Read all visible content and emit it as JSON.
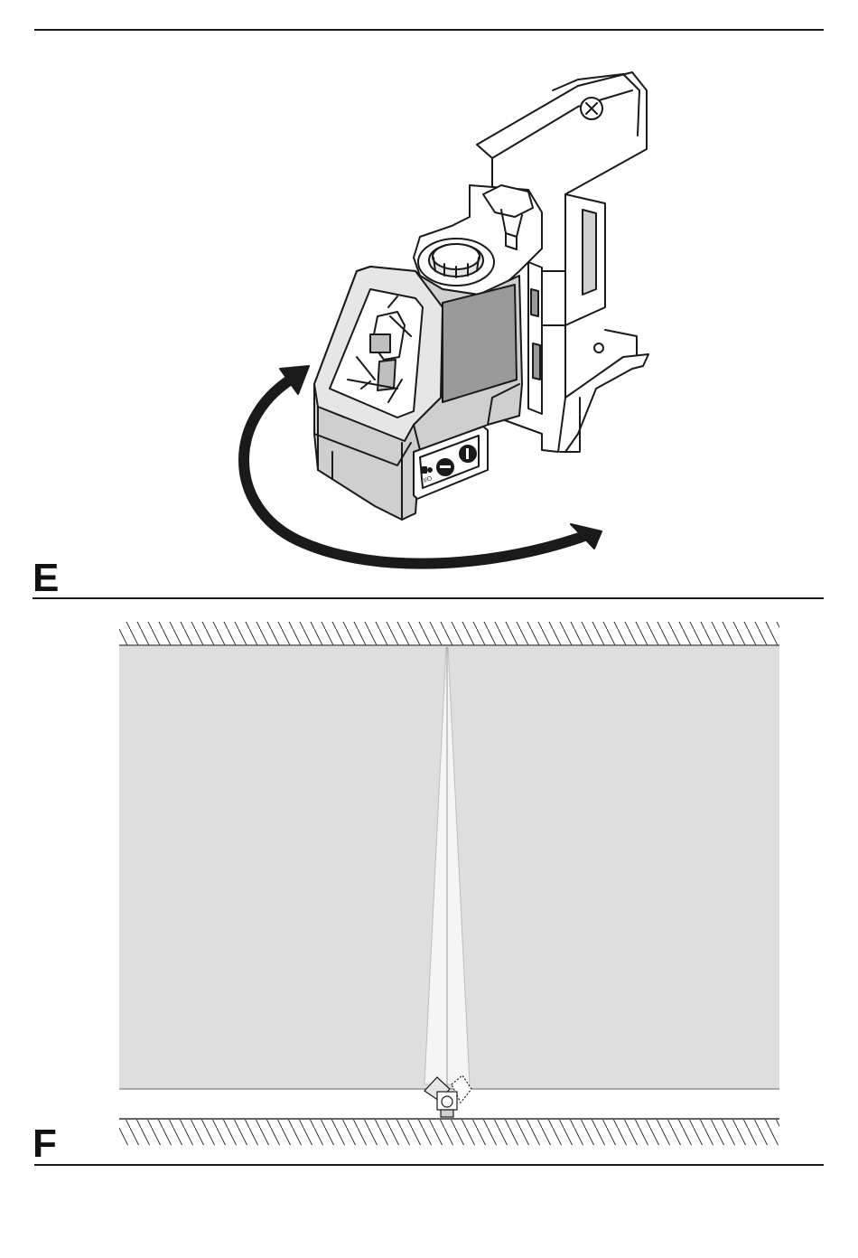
{
  "figures": [
    {
      "id": "E",
      "label": "E",
      "description_icon": "cross-line-laser-on-wall-bracket-rotation"
    },
    {
      "id": "F",
      "label": "F",
      "description_icon": "laser-vertical-line-on-wall"
    }
  ],
  "device": {
    "switch_label": "I/O",
    "button_minus_icon": "minus-icon",
    "button_line_icon": "vertical-line-icon"
  },
  "colors": {
    "wall_fill": "#dedede",
    "line": "#1a1a1a",
    "device_body": "#cfcfcf",
    "device_dark": "#9a9a9a",
    "laser_beam": "#f4f4f4"
  }
}
